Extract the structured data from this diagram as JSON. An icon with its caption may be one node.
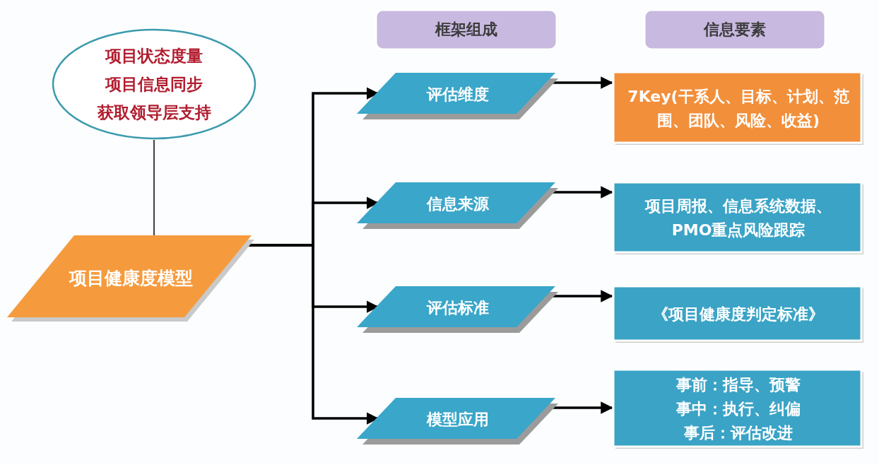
{
  "diagram": {
    "nodes": [
      {
        "text": [
          "框架组成"
        ]
      },
      {
        "text": [
          "信息要素"
        ]
      },
      {
        "text": [
          "项目状态度量",
          "项目信息同步",
          "获取领导层支持"
        ]
      },
      {
        "text": [
          "项目健康度模型"
        ]
      },
      {
        "text": [
          "评估维度"
        ]
      },
      {
        "text": [
          "7Key(干系人、目标、计划、范围、团队、风险、收益)"
        ]
      },
      {
        "text": [
          "信息来源"
        ]
      },
      {
        "text": [
          "项目周报、信息系统数据、PMO重点风险跟踪"
        ]
      },
      {
        "text": [
          "评估标准"
        ]
      },
      {
        "text": [
          "《项目健康度判定标准》"
        ]
      },
      {
        "text": [
          "模型应用"
        ]
      },
      {
        "text": [
          "事前：指导、预警",
          "事中：执行、纠偏",
          "事后：评估改进"
        ]
      }
    ],
    "edges": [
      {
        "from": 2,
        "to": 3,
        "arrow": "none"
      },
      {
        "from": 3,
        "to": 4,
        "arrow": "to"
      },
      {
        "from": 3,
        "to": 6,
        "arrow": "to"
      },
      {
        "from": 3,
        "to": 8,
        "arrow": "to"
      },
      {
        "from": 3,
        "to": 10,
        "arrow": "to"
      },
      {
        "from": 4,
        "to": 5,
        "arrow": "to"
      },
      {
        "from": 6,
        "to": 7,
        "arrow": "to"
      },
      {
        "from": 8,
        "to": 9,
        "arrow": "to"
      },
      {
        "from": 10,
        "to": 11,
        "arrow": "to"
      }
    ]
  }
}
